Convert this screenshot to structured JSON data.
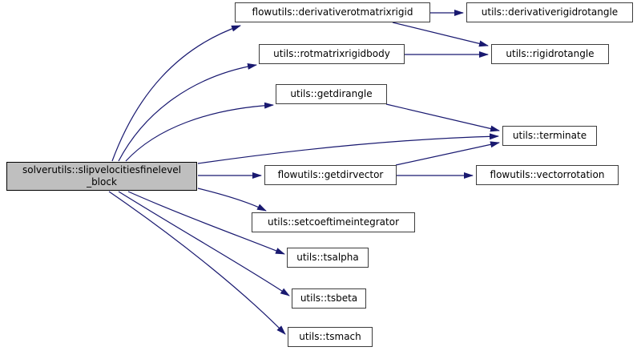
{
  "graph": {
    "type": "call-graph",
    "colors": {
      "edge": "#191970",
      "node_fill": "#ffffff",
      "node_border": "#3d3d3d",
      "highlight_node_fill": "#bfbfbf",
      "highlight_node_border": "#000000",
      "text": "#000000",
      "background": "#ffffff"
    },
    "nodes": [
      {
        "id": "slipvelocitiesfinelevel_block",
        "label": "solverutils::slipvelocitiesfinelevel\n_block",
        "highlighted": true
      },
      {
        "id": "derivativerotmatrixrigid",
        "label": "flowutils::derivativerotmatrixrigid",
        "highlighted": false
      },
      {
        "id": "derivativerigidrotangle",
        "label": "utils::derivativerigidrotangle",
        "highlighted": false
      },
      {
        "id": "rotmatrixrigidbody",
        "label": "utils::rotmatrixrigidbody",
        "highlighted": false
      },
      {
        "id": "rigidrotangle",
        "label": "utils::rigidrotangle",
        "highlighted": false
      },
      {
        "id": "getdirangle",
        "label": "utils::getdirangle",
        "highlighted": false
      },
      {
        "id": "terminate",
        "label": "utils::terminate",
        "highlighted": false
      },
      {
        "id": "getdirvector",
        "label": "flowutils::getdirvector",
        "highlighted": false
      },
      {
        "id": "vectorrotation",
        "label": "flowutils::vectorrotation",
        "highlighted": false
      },
      {
        "id": "setcoeftimeintegrator",
        "label": "utils::setcoeftimeintegrator",
        "highlighted": false
      },
      {
        "id": "tsalpha",
        "label": "utils::tsalpha",
        "highlighted": false
      },
      {
        "id": "tsbeta",
        "label": "utils::tsbeta",
        "highlighted": false
      },
      {
        "id": "tsmach",
        "label": "utils::tsmach",
        "highlighted": false
      }
    ],
    "edges": [
      {
        "from": "solverutils::slipvelocitiesfinelevel_block",
        "to": "flowutils::derivativerotmatrixrigid"
      },
      {
        "from": "solverutils::slipvelocitiesfinelevel_block",
        "to": "utils::rotmatrixrigidbody"
      },
      {
        "from": "solverutils::slipvelocitiesfinelevel_block",
        "to": "utils::getdirangle"
      },
      {
        "from": "solverutils::slipvelocitiesfinelevel_block",
        "to": "utils::terminate"
      },
      {
        "from": "solverutils::slipvelocitiesfinelevel_block",
        "to": "flowutils::getdirvector"
      },
      {
        "from": "solverutils::slipvelocitiesfinelevel_block",
        "to": "utils::setcoeftimeintegrator"
      },
      {
        "from": "solverutils::slipvelocitiesfinelevel_block",
        "to": "utils::tsalpha"
      },
      {
        "from": "solverutils::slipvelocitiesfinelevel_block",
        "to": "utils::tsbeta"
      },
      {
        "from": "solverutils::slipvelocitiesfinelevel_block",
        "to": "utils::tsmach"
      },
      {
        "from": "flowutils::derivativerotmatrixrigid",
        "to": "utils::derivativerigidrotangle"
      },
      {
        "from": "flowutils::derivativerotmatrixrigid",
        "to": "utils::rigidrotangle"
      },
      {
        "from": "utils::rotmatrixrigidbody",
        "to": "utils::rigidrotangle"
      },
      {
        "from": "utils::getdirangle",
        "to": "utils::terminate"
      },
      {
        "from": "flowutils::getdirvector",
        "to": "utils::terminate"
      },
      {
        "from": "flowutils::getdirvector",
        "to": "flowutils::vectorrotation"
      }
    ]
  }
}
